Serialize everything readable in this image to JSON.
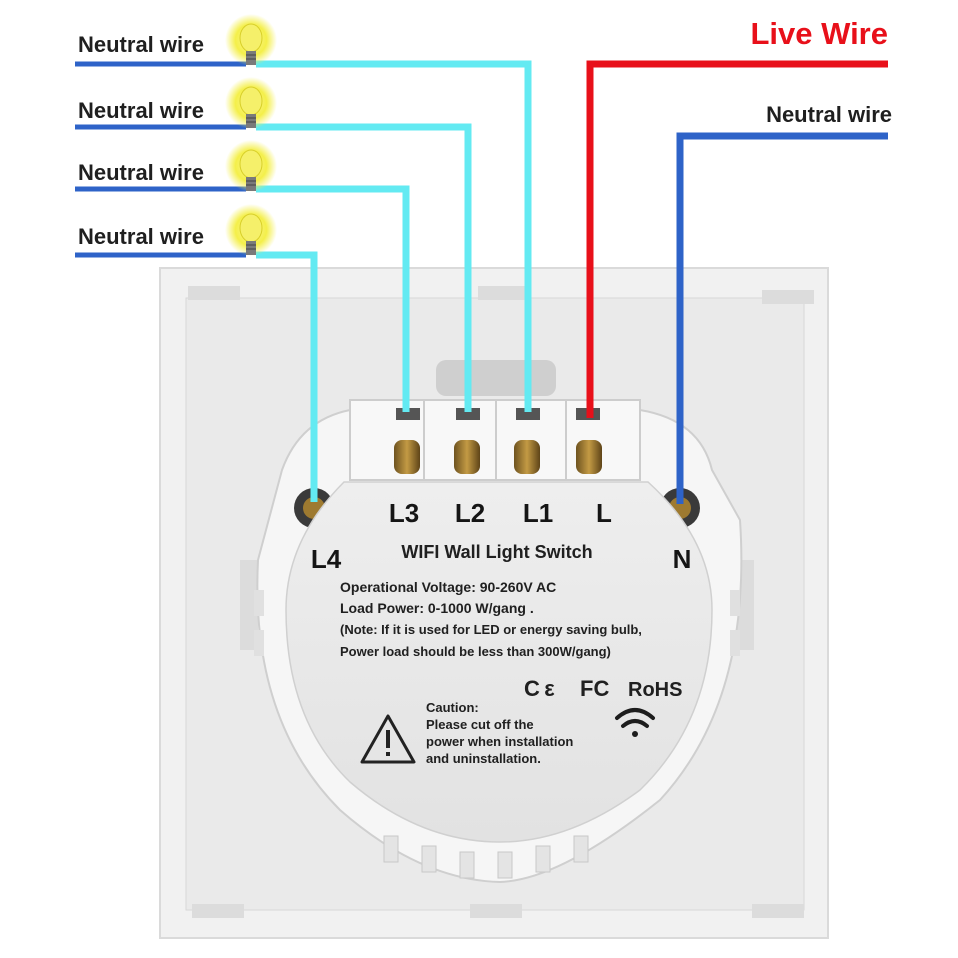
{
  "labels": {
    "live_wire": "Live Wire",
    "neutral_right": "Neutral wire",
    "neutral_1": "Neutral wire",
    "neutral_2": "Neutral wire",
    "neutral_3": "Neutral wire",
    "neutral_4": "Neutral wire"
  },
  "terminals": {
    "l4": "L4",
    "l3": "L3",
    "l2": "L2",
    "l1": "L1",
    "l": "L",
    "n": "N"
  },
  "plate": {
    "title": "WIFI Wall Light Switch",
    "spec_1": "Operational Voltage: 90-260V AC",
    "spec_2": "Load Power: 0-1000 W/gang .",
    "spec_3": "(Note: If it is used for LED or energy saving bulb,",
    "spec_4": "Power load should be less than 300W/gang)",
    "cert_ce": "C ε",
    "cert_fc": "FC",
    "cert_rohs": "RoHS",
    "caution_1": "Caution:",
    "caution_2": "Please cut off the",
    "caution_3": "power when installation",
    "caution_4": "and uninstallation."
  },
  "icons": [
    "light-bulb-icon",
    "warning-triangle-icon",
    "wifi-icon"
  ],
  "colors": {
    "live": "#e8101a",
    "neutral": "#2e63c8",
    "load": "#63eaf2",
    "bulb_glow": "#f7f36a"
  }
}
